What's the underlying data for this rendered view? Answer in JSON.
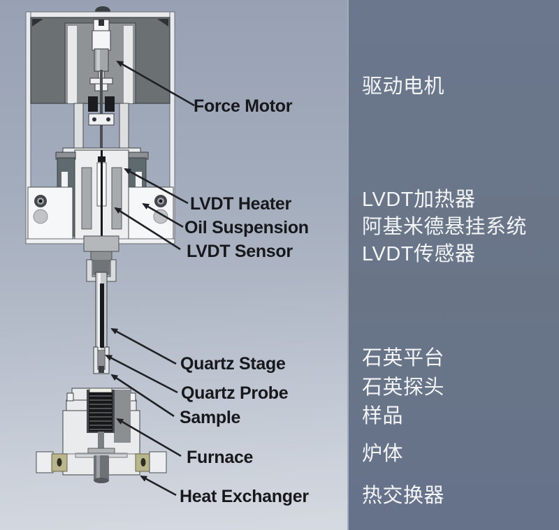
{
  "figure": {
    "type": "instrument-cross-section-schematic",
    "left_panel_role": "cutaway drawing with English callouts",
    "right_panel_role": "Chinese translations"
  },
  "labels": [
    {
      "id": "force-motor",
      "en": "Force Motor",
      "zh": "驱动电机"
    },
    {
      "id": "lvdt-heater",
      "en": "LVDT Heater",
      "zh": "LVDT加热器"
    },
    {
      "id": "oil-suspension",
      "en": "Oil Suspension",
      "zh": "阿基米德悬挂系统"
    },
    {
      "id": "lvdt-sensor",
      "en": "LVDT Sensor",
      "zh": "LVDT传感器"
    },
    {
      "id": "quartz-stage",
      "en": "Quartz Stage",
      "zh": "石英平台"
    },
    {
      "id": "quartz-probe",
      "en": "Quartz Probe",
      "zh": "石英探头"
    },
    {
      "id": "sample",
      "en": "Sample",
      "zh": "样品"
    },
    {
      "id": "furnace",
      "en": "Furnace",
      "zh": "炉体"
    },
    {
      "id": "heat-exchanger",
      "en": "Heat Exchanger",
      "zh": "热交换器"
    }
  ],
  "colors": {
    "left_background_top": "#98a1b4",
    "left_background_bottom": "#ccd1da",
    "right_panel": "#697587",
    "english_label_text": "#17181b",
    "chinese_label_text": "#f3f4f6",
    "arrow": "#1f2125",
    "housing_dark_gray": "#6b7073",
    "metal_white": "#eceeef",
    "coil_black": "#17181a",
    "mount_tab_tan": "#b9b58c"
  }
}
